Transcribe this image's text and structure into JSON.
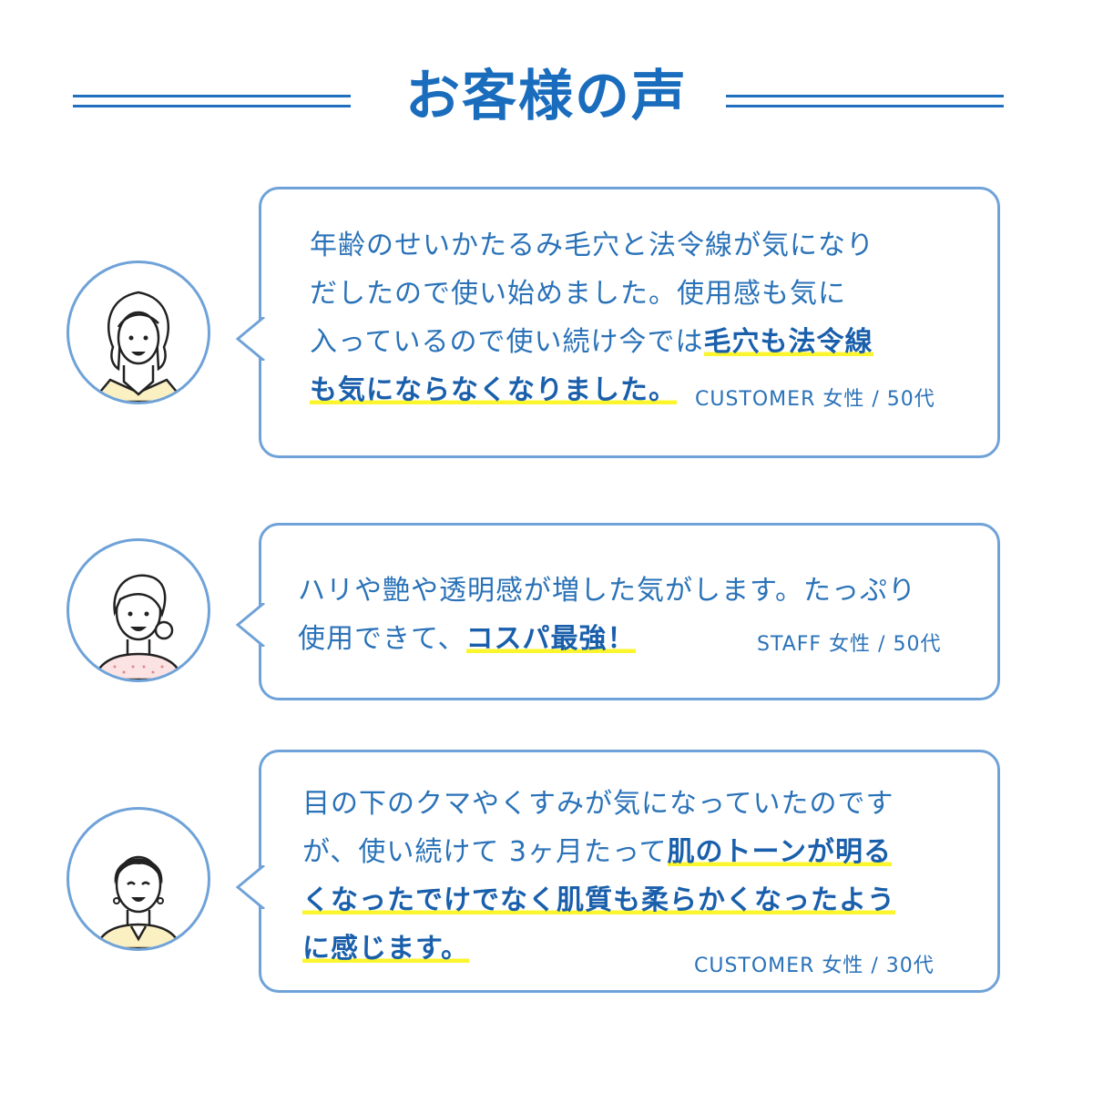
{
  "header": {
    "title": "お客様の声"
  },
  "testimonials": [
    {
      "segments": [
        {
          "text": "年齢のせいかたるみ毛穴と法令線が気になり",
          "highlight": false
        },
        {
          "text": "だしたので使い始めました。使用感も気に",
          "highlight": false
        },
        {
          "text": "入っているので使い続け今では",
          "highlight": false
        },
        {
          "text": "毛穴も法令線",
          "highlight": true
        },
        {
          "text": "も気にならなくなりました。",
          "highlight": true
        }
      ],
      "author": "CUSTOMER 女性 / 50代"
    },
    {
      "segments": [
        {
          "text": "ハリや艶や透明感が増した気がします。たっぷり",
          "highlight": false
        },
        {
          "text": "使用できて、",
          "highlight": false
        },
        {
          "text": "コスパ最強！",
          "highlight": true
        }
      ],
      "author": "STAFF 女性 / 50代"
    },
    {
      "segments": [
        {
          "text": "目の下のクマやくすみが気になっていたのです",
          "highlight": false
        },
        {
          "text": "が、使い続けて 3ヶ月たって",
          "highlight": false
        },
        {
          "text": "肌のトーンが明る",
          "highlight": true
        },
        {
          "text": "くなったでけでなく肌質も柔らかくなったよう",
          "highlight": true
        },
        {
          "text": "に感じます。",
          "highlight": true
        }
      ],
      "author": "CUSTOMER 女性 / 30代"
    }
  ],
  "colors": {
    "accent": "#1a6cbd",
    "border": "#6fa2d8",
    "highlight": "#fbf52d"
  },
  "icons": [
    "woman-long-hair-avatar-icon",
    "woman-bun-avatar-icon",
    "woman-short-hair-avatar-icon",
    "sparkle-icon"
  ]
}
